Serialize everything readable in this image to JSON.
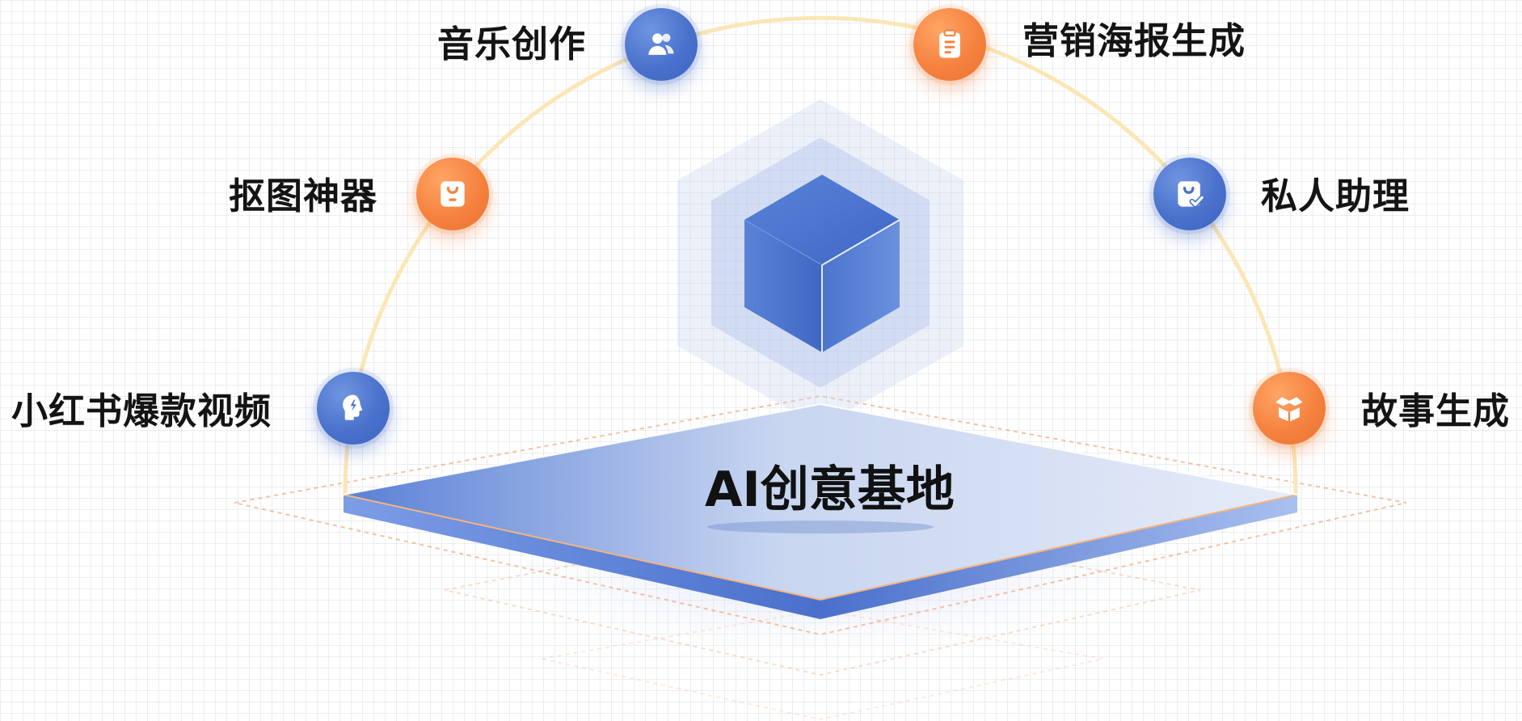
{
  "diagram": {
    "title": "AI创意基地",
    "nodes": [
      {
        "label": "小红书爆款视频",
        "color": "blue",
        "icon": "lightbulb-head-icon"
      },
      {
        "label": "抠图神器",
        "color": "orange",
        "icon": "bag-icon"
      },
      {
        "label": "音乐创作",
        "color": "blue",
        "icon": "users-icon"
      },
      {
        "label": "营销海报生成",
        "color": "orange",
        "icon": "clipboard-icon"
      },
      {
        "label": "私人助理",
        "color": "blue",
        "icon": "bag-check-icon"
      },
      {
        "label": "故事生成",
        "color": "orange",
        "icon": "box-icon"
      }
    ]
  },
  "colors": {
    "blue": "#4a72cc",
    "orange": "#f5823f",
    "arc": "#fbe6b5",
    "platform": "#5b83d8"
  }
}
